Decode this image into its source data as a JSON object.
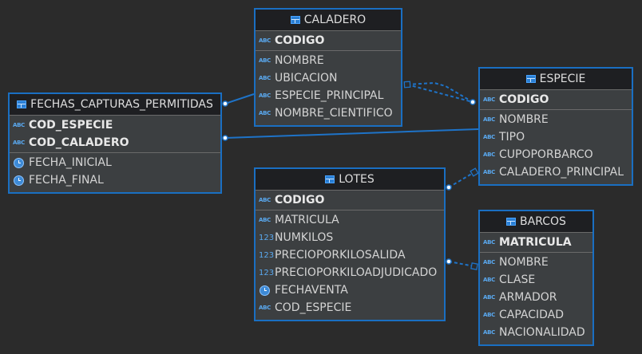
{
  "colors": {
    "background": "#2b2b2b",
    "entity_border": "#1a6fc2",
    "entity_body": "#3c3f41",
    "header": "#1e1f22",
    "connector": "#1e73c8"
  },
  "entities": {
    "caladero": {
      "name": "CALADERO",
      "keys": [
        {
          "name": "CODIGO",
          "type": "abc"
        }
      ],
      "attributes": [
        {
          "name": "NOMBRE",
          "type": "abc"
        },
        {
          "name": "UBICACION",
          "type": "abc"
        },
        {
          "name": "ESPECIE_PRINCIPAL",
          "type": "abc"
        },
        {
          "name": "NOMBRE_CIENTIFICO",
          "type": "abc"
        }
      ]
    },
    "especie": {
      "name": "ESPECIE",
      "keys": [
        {
          "name": "CODIGO",
          "type": "abc"
        }
      ],
      "attributes": [
        {
          "name": "NOMBRE",
          "type": "abc"
        },
        {
          "name": "TIPO",
          "type": "abc"
        },
        {
          "name": "CUPOPORBARCO",
          "type": "abc"
        },
        {
          "name": "CALADERO_PRINCIPAL",
          "type": "abc"
        }
      ]
    },
    "fechas": {
      "name": "FECHAS_CAPTURAS_PERMITIDAS",
      "keys": [
        {
          "name": "COD_ESPECIE",
          "type": "abc"
        },
        {
          "name": "COD_CALADERO",
          "type": "abc"
        }
      ],
      "attributes": [
        {
          "name": "FECHA_INICIAL",
          "type": "clock"
        },
        {
          "name": "FECHA_FINAL",
          "type": "clock"
        }
      ]
    },
    "lotes": {
      "name": "LOTES",
      "keys": [
        {
          "name": "CODIGO",
          "type": "abc"
        }
      ],
      "attributes": [
        {
          "name": "MATRICULA",
          "type": "abc"
        },
        {
          "name": "NUMKILOS",
          "type": "num"
        },
        {
          "name": "PRECIOPORKILOSALIDA",
          "type": "num"
        },
        {
          "name": "PRECIOPORKILOADJUDICADO",
          "type": "num"
        },
        {
          "name": "FECHAVENTA",
          "type": "clock"
        },
        {
          "name": "COD_ESPECIE",
          "type": "abc"
        }
      ]
    },
    "barcos": {
      "name": "BARCOS",
      "keys": [
        {
          "name": "MATRICULA",
          "type": "abc"
        }
      ],
      "attributes": [
        {
          "name": "NOMBRE",
          "type": "abc"
        },
        {
          "name": "CLASE",
          "type": "abc"
        },
        {
          "name": "ARMADOR",
          "type": "abc"
        },
        {
          "name": "CAPACIDAD",
          "type": "abc"
        },
        {
          "name": "NACIONALIDAD",
          "type": "abc"
        }
      ]
    }
  },
  "icons": {
    "table": "table-icon",
    "abc": "string-type-icon",
    "num": "numeric-type-icon",
    "clock": "clock-icon"
  },
  "type_glyphs": {
    "abc": "ABC",
    "num": "123"
  },
  "relationships": [
    {
      "from": "fechas",
      "to": "caladero",
      "style": "solid"
    },
    {
      "from": "fechas",
      "to": "especie",
      "style": "solid"
    },
    {
      "from": "caladero",
      "to": "especie",
      "style": "dashed"
    },
    {
      "from": "lotes",
      "to": "especie",
      "style": "dashed"
    },
    {
      "from": "lotes",
      "to": "barcos",
      "style": "dashed"
    }
  ]
}
